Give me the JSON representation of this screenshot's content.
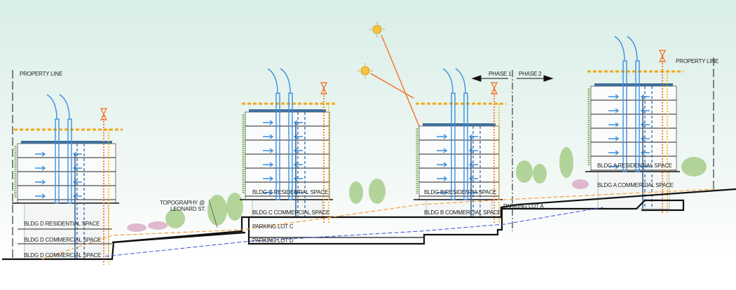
{
  "labels": {
    "property_line_left": "PROPERTY LINE",
    "property_line_right": "PROPERTY LINE",
    "phase_1": "PHASE 1",
    "phase_2": "PHASE 2",
    "topography_1": "TOPOGRAPHY @",
    "topography_2": "LEONARD ST.",
    "bldg_d_res": "BLDG D RESIDENTIAL SPACE",
    "bldg_d_com1": "BLDG D COMMERCIAL SPACE",
    "bldg_d_com2": "BLDG D COMMERCIAL SPACE",
    "bldg_c_res": "BLDG C RESIDENTIAL SPACE",
    "bldg_c_com": "BLDG C COMMERCIAL SPACE",
    "parking_c": "PARKING LOT C",
    "parking_d": "PARKING LOT D",
    "bldg_b_res": "BLDG B RESIDENTIA  SPACE",
    "bldg_b_com": "BLDG B COMMERCIAL SPACE",
    "parking_a": "PARKING LOT A",
    "bldg_a_res": "BLDG A RESIDENTIAL SPACE",
    "bldg_a_com": "BLDG A COMMERCIAL SPACE"
  },
  "colors": {
    "sky": "#dcefe8",
    "sun": "#f5c242",
    "solar": "#f2a818",
    "air": "#3b8fe0",
    "heat": "#f26a1b"
  }
}
